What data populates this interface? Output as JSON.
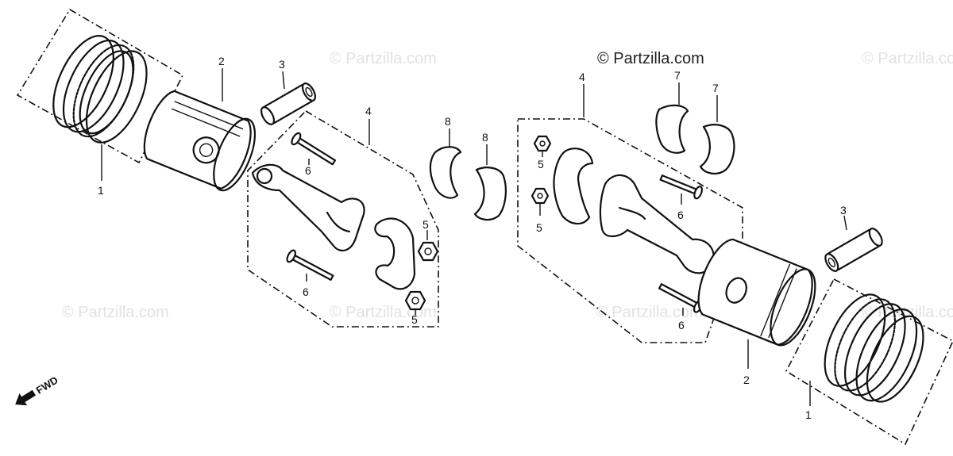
{
  "copyright": "© Partzilla.com",
  "watermark_text": "© Partzilla.com",
  "direction_label": "FWD",
  "callouts": {
    "l_rings": "1",
    "l_piston": "2",
    "l_pin": "3",
    "l_rod": "4",
    "l_nut_a": "5",
    "l_nut_b": "5",
    "l_bolt_a": "6",
    "l_bolt_b": "6",
    "c_bearing_a": "8",
    "c_bearing_b": "8",
    "r_rod": "4",
    "r_nut_a": "5",
    "r_nut_b": "5",
    "r_bearing_a": "7",
    "r_bearing_b": "7",
    "r_bolt_a": "6",
    "r_bolt_b": "6",
    "r_pin": "3",
    "r_piston": "2",
    "r_rings": "1"
  },
  "colors": {
    "ink": "#111111",
    "watermark": "#e2e2e2",
    "background": "#ffffff"
  }
}
